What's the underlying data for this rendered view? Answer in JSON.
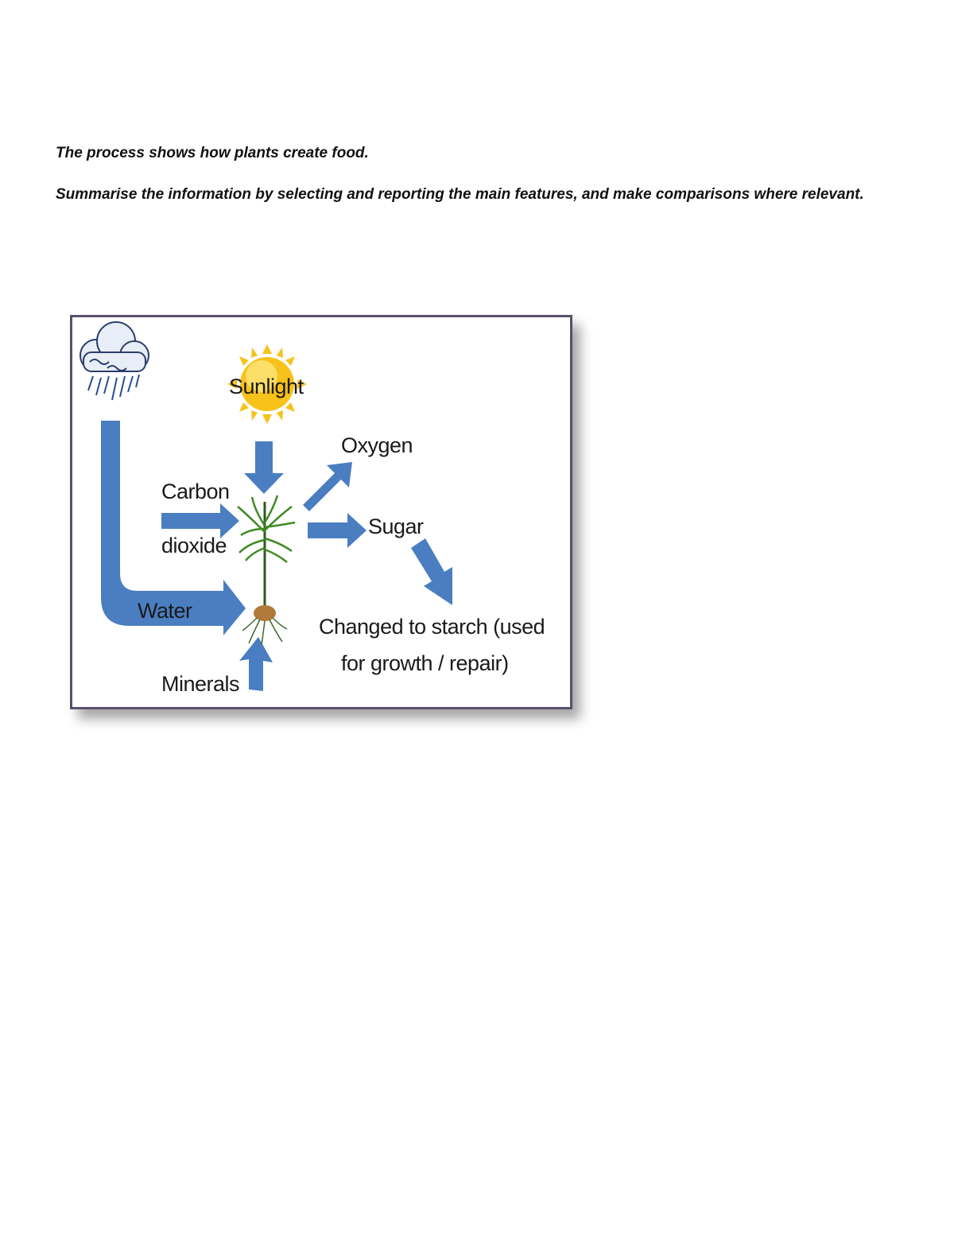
{
  "prompt": {
    "line1": "The process shows how plants create food.",
    "line2": "Summarise the information by selecting and reporting the main features, and make comparisons where relevant."
  },
  "diagram": {
    "labels": {
      "sunlight": "Sunlight",
      "oxygen": "Oxygen",
      "carbon": "Carbon",
      "dioxide": "dioxide",
      "sugar": "Sugar",
      "water": "Water",
      "starch1": "Changed to starch (used",
      "starch2": "for growth / repair)",
      "minerals": "Minerals"
    },
    "icons": [
      "rain-cloud-icon",
      "sun-icon",
      "plant-icon"
    ],
    "colors": {
      "arrow": "#4a7ec1",
      "sun": "#f7c21a",
      "frame": "#5a5068"
    }
  }
}
